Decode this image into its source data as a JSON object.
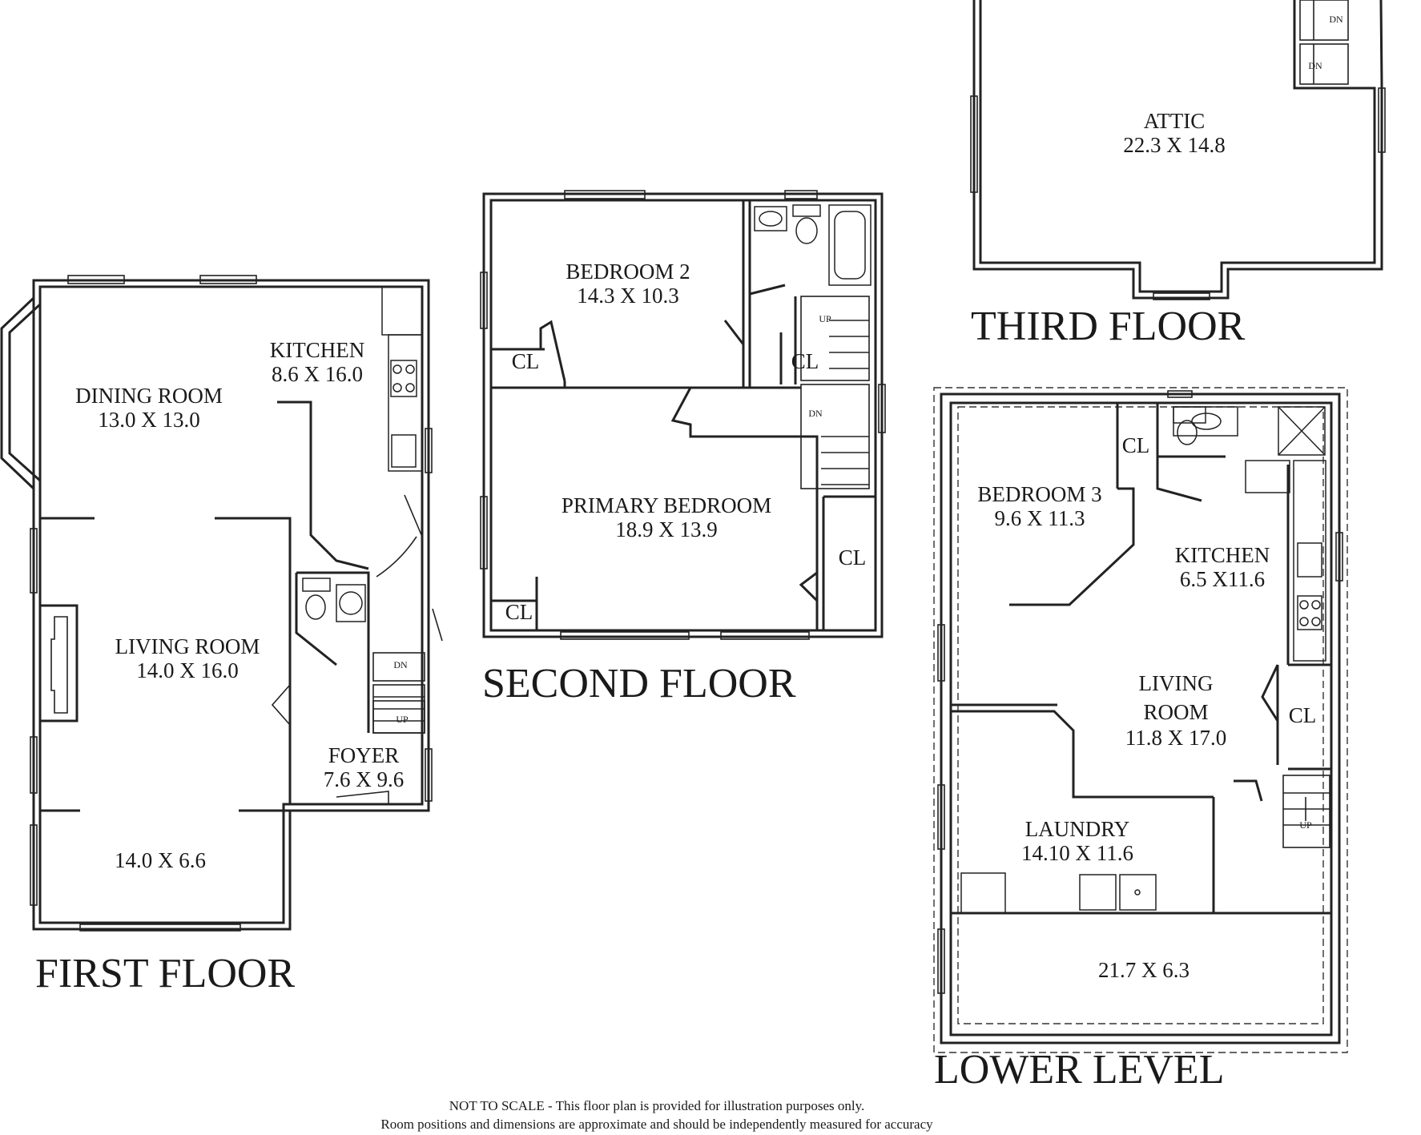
{
  "floors": {
    "first": {
      "title": "FIRST FLOOR",
      "rooms": {
        "dining": {
          "name": "DINING ROOM",
          "size": "13.0 X 13.0"
        },
        "kitchen": {
          "name": "KITCHEN",
          "size": "8.6 X 16.0"
        },
        "living": {
          "name": "LIVING ROOM",
          "size": "14.0 X 16.0"
        },
        "foyer": {
          "name": "FOYER",
          "size": "7.6 X 9.6"
        },
        "porch": {
          "size": "14.0 X 6.6"
        }
      },
      "stairs": {
        "down": "DN",
        "up": "UP"
      }
    },
    "second": {
      "title": "SECOND FLOOR",
      "rooms": {
        "bedroom2": {
          "name": "BEDROOM 2",
          "size": "14.3 X 10.3"
        },
        "primary": {
          "name": "PRIMARY BEDROOM",
          "size": "18.9 X 13.9"
        }
      },
      "closets": [
        "CL",
        "CL",
        "CL",
        "CL"
      ],
      "stairs": {
        "up": "UP",
        "down": "DN"
      }
    },
    "third": {
      "title": "THIRD FLOOR",
      "rooms": {
        "attic": {
          "name": "ATTIC",
          "size": "22.3 X 14.8"
        }
      },
      "stairs": {
        "down_1": "DN",
        "down_2": "DN"
      }
    },
    "lower": {
      "title": "LOWER LEVEL",
      "rooms": {
        "bedroom3": {
          "name": "BEDROOM 3",
          "size": "9.6 X 11.3"
        },
        "kitchen": {
          "name": "KITCHEN",
          "size": "6.5 X11.6"
        },
        "living": {
          "name_line1": "LIVING",
          "name_line2": "ROOM",
          "size": "11.8 X 17.0"
        },
        "laundry": {
          "name": "LAUNDRY",
          "size": "14.10 X 11.6"
        },
        "front": {
          "size": "21.7 X 6.3"
        }
      },
      "closets": [
        "CL",
        "CL"
      ],
      "stairs": {
        "up": "UP"
      }
    }
  },
  "disclaimer": {
    "line1": "NOT TO SCALE - This floor plan is provided for illustration purposes only.",
    "line2": "Room positions and dimensions are approximate and should be independently measured for accuracy"
  }
}
